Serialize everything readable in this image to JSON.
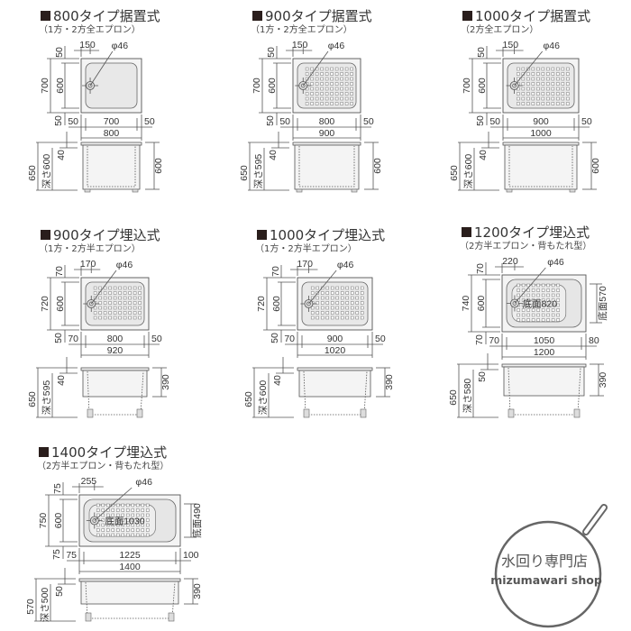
{
  "panels": [
    {
      "title": "800タイプ据置式",
      "subtitle": "（1方・2方全エプロン）",
      "drain_offset": "150",
      "drain": "φ46",
      "total_depth": "700",
      "inner_depth": "600",
      "top_margin": "50",
      "bottom_margin": "50",
      "left_margin": "50",
      "inner_width": "700",
      "right_margin": "50",
      "total_width": "800",
      "height": "650",
      "depth": "深さ600",
      "rim": "40",
      "apron": "600",
      "kind": "placed",
      "pattern": false
    },
    {
      "title": "900タイプ据置式",
      "subtitle": "（1方・2方全エプロン）",
      "drain_offset": "150",
      "drain": "φ46",
      "total_depth": "700",
      "inner_depth": "600",
      "top_margin": "50",
      "bottom_margin": "50",
      "left_margin": "50",
      "inner_width": "800",
      "right_margin": "50",
      "total_width": "900",
      "height": "650",
      "depth": "深さ595",
      "rim": "40",
      "apron": "600",
      "kind": "placed",
      "pattern": true
    },
    {
      "title": "1000タイプ据置式",
      "subtitle": "（2方全エプロン）",
      "drain_offset": "150",
      "drain": "φ46",
      "total_depth": "700",
      "inner_depth": "600",
      "top_margin": "50",
      "bottom_margin": "50",
      "left_margin": "50",
      "inner_width": "900",
      "right_margin": "50",
      "total_width": "1000",
      "height": "650",
      "depth": "深さ600",
      "rim": "40",
      "apron": "600",
      "kind": "placed",
      "pattern": true
    },
    {
      "title": "900タイプ埋込式",
      "subtitle": "（1方・2方半エプロン）",
      "drain_offset": "170",
      "drain": "φ46",
      "total_depth": "720",
      "inner_depth": "600",
      "top_margin": "70",
      "bottom_margin": "50",
      "left_margin": "70",
      "inner_width": "800",
      "right_margin": "50",
      "total_width": "920",
      "height": "650",
      "depth": "深さ595",
      "rim": "40",
      "apron": "390",
      "kind": "embedded",
      "pattern": true
    },
    {
      "title": "1000タイプ埋込式",
      "subtitle": "（1方・2方半エプロン）",
      "drain_offset": "170",
      "drain": "φ46",
      "total_depth": "720",
      "inner_depth": "600",
      "top_margin": "70",
      "bottom_margin": "50",
      "left_margin": "70",
      "inner_width": "900",
      "right_margin": "50",
      "total_width": "1020",
      "height": "650",
      "depth": "深さ600",
      "rim": "40",
      "apron": "390",
      "kind": "embedded",
      "pattern": true
    },
    {
      "title": "1200タイプ埋込式",
      "subtitle": "（2方半エプロン・背もたれ型）",
      "drain_offset": "220",
      "drain": "φ46",
      "total_depth": "740",
      "inner_depth": "600",
      "top_margin": "70",
      "bottom_margin": "70",
      "left_margin": "70",
      "inner_width": "1050",
      "right_margin": "80",
      "total_width": "1200",
      "height": "650",
      "depth": "深さ580",
      "rim": "50",
      "apron": "390",
      "bottom_width": "底面820",
      "bottom_depth": "底面570",
      "kind": "embedded",
      "pattern": true
    },
    {
      "title": "1400タイプ埋込式",
      "subtitle": "（2方半エプロン・背もたれ型）",
      "drain_offset": "255",
      "drain": "φ46",
      "total_depth": "750",
      "inner_depth": "600",
      "top_margin": "75",
      "bottom_margin": "75",
      "left_margin": "75",
      "inner_width": "1225",
      "right_margin": "100",
      "total_width": "1400",
      "height": "570",
      "depth": "深さ500",
      "rim": "50",
      "apron": "390",
      "bottom_width": "底面1030",
      "bottom_depth": "底面490",
      "kind": "embedded",
      "pattern": true
    }
  ],
  "logo": {
    "jp": "水回り専門店",
    "en": "mizumawari shop",
    "color": "#666666"
  }
}
